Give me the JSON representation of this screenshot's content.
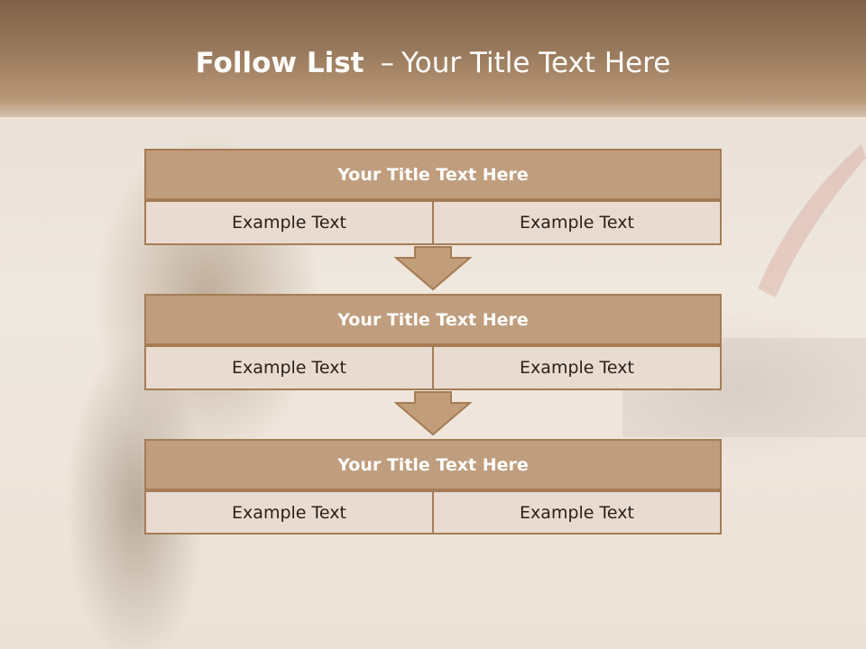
{
  "page": {
    "title_bold": "Follow List",
    "title_separator": "–",
    "title_rest": "Your Title Text Here"
  },
  "blocks": [
    {
      "title": "Your Title Text Here",
      "left_text": "Example Text",
      "right_text": "Example Text"
    },
    {
      "title": "Your Title Text Here",
      "left_text": "Example Text",
      "right_text": "Example Text"
    },
    {
      "title": "Your Title Text Here",
      "left_text": "Example Text",
      "right_text": "Example Text"
    }
  ],
  "colors": {
    "header": "#8d6f52",
    "title_box": "#bf9d7d",
    "border": "#a67c55",
    "cell": "#e8dbd2",
    "arrow": "#c19d79"
  }
}
